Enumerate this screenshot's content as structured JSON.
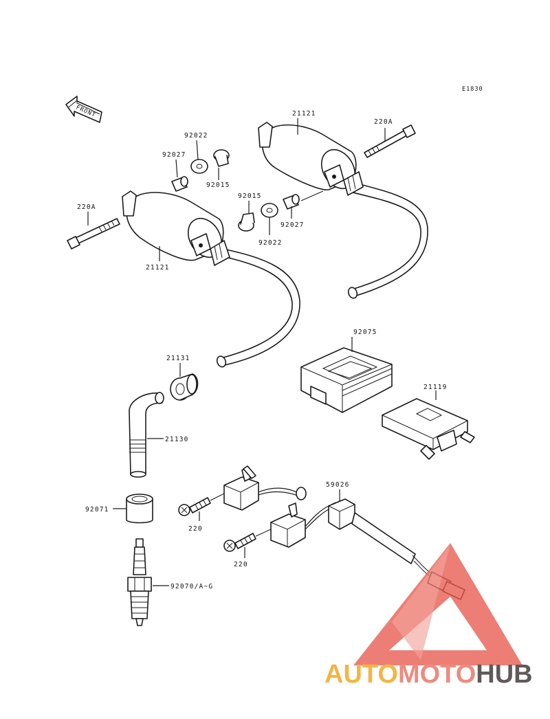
{
  "diagram_code": "E1830",
  "front_label": "FRONT",
  "labels": {
    "coil_right": "21121",
    "bolt_right": "220A",
    "washer_upper": "92022",
    "collar_upper_left": "92027",
    "bushing_upper": "92015",
    "bolt_left": "220A",
    "bushing_mid": "92015",
    "washer_mid": "92022",
    "collar_mid_right": "92027",
    "coil_left": "21121",
    "igniter": "92075",
    "cap_seal": "21131",
    "regulator": "21119",
    "plug_cap": "21130",
    "harness": "59026",
    "insulator": "92071",
    "screw_upper": "220",
    "screw_lower": "220",
    "spark_plug": "92070/A~G"
  },
  "watermark": {
    "part1": "AUTO",
    "part2": "MOTO",
    "part3": "HUB",
    "color1": "#f4b545",
    "color2": "#ef8a7e",
    "color3": "#5f5a58",
    "triangle_color": "#e95b4f"
  }
}
